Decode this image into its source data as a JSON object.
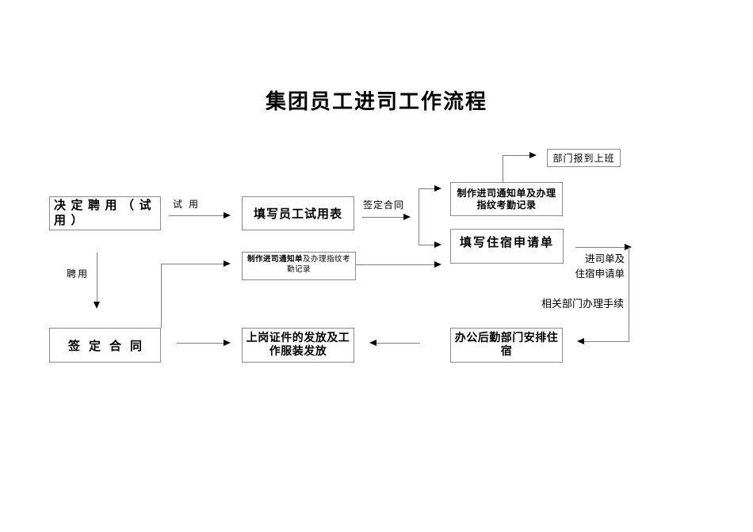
{
  "page": {
    "title": "集团员工进司工作流程"
  },
  "colors": {
    "background": "#ffffff",
    "box_border": "#8c8c8c",
    "connector_line": "#808080",
    "arrowhead": "#000000",
    "text": "#000000"
  },
  "boxes": {
    "decide_hire": {
      "label": "决定聘用（试用）"
    },
    "trial_form": {
      "label": "填写员工试用表"
    },
    "make_entry_notice": {
      "label": "制作进司通知单及办理指纹考勤记录"
    },
    "report_to_dept": {
      "label": "部门报到上班"
    },
    "dorm_application": {
      "label": "填写住宿申请单"
    },
    "make_entry_notice_small": {
      "label_bold": "制作进司通知单",
      "label_rest": "及办理指纹考勤记录"
    },
    "sign_contract": {
      "label": "签定合同"
    },
    "issue_cert_uniform": {
      "label": "上岗证件的发放及工作服装发放"
    },
    "admin_arrange_dorm": {
      "label": "办公后勤部门安排住宿"
    }
  },
  "edge_labels": {
    "trial": "试用",
    "sign_contract": "签定合同",
    "hire": "聘用",
    "entry_and_dorm_forms": "进司单及\n住宿申请单",
    "related_dept_procedures": "相关部门办理手续"
  }
}
